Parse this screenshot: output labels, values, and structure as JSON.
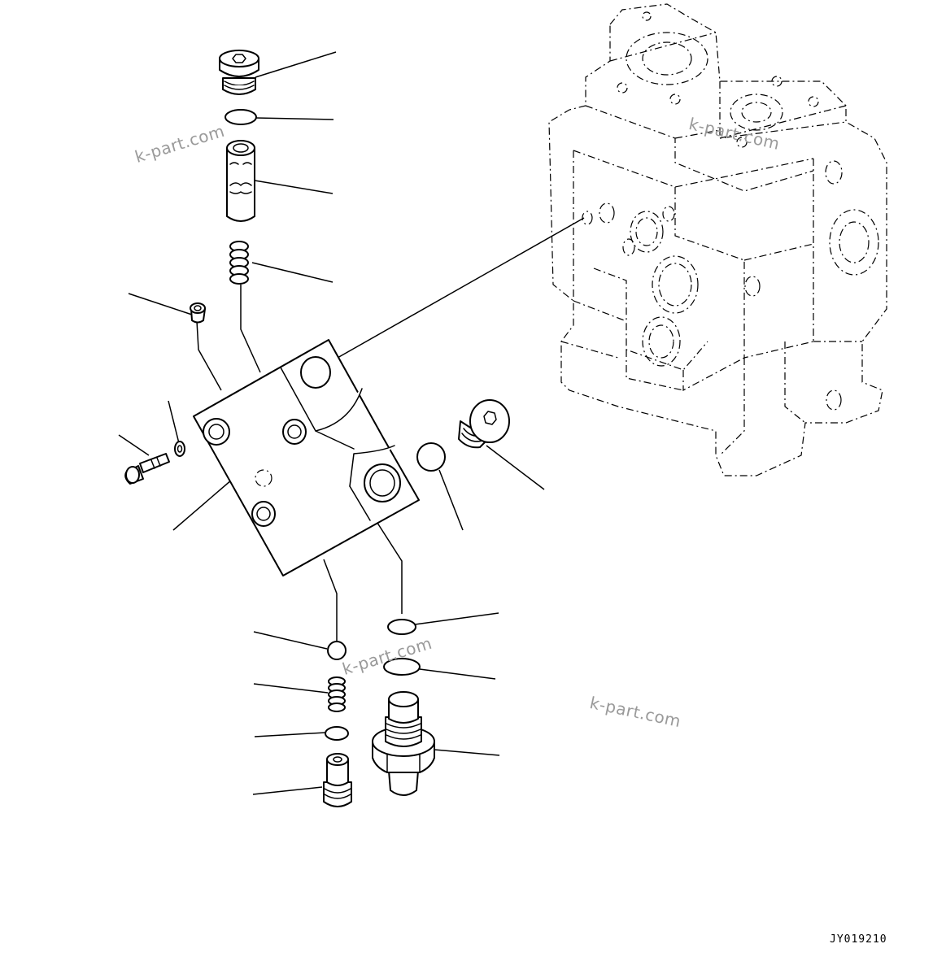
{
  "drawing": {
    "code": "JY019210"
  },
  "watermarks": [
    "k-part.com",
    "k-part.com",
    "k-part.com",
    "k-part.com"
  ],
  "colors": {
    "line": "#000000",
    "background": "#ffffff",
    "watermark": "#9a9a9a"
  },
  "parts": [
    "plug-top",
    "o-ring-top",
    "spool",
    "spring-top",
    "small-plug",
    "valve-body",
    "washer",
    "bolt",
    "plug-right",
    "ball-right",
    "ball-lower-left",
    "spring-lower",
    "o-ring-lower-left",
    "valve-poppet",
    "o-ring-lower-right-1",
    "o-ring-lower-right-2",
    "relief-valve",
    "main-valve-housing"
  ]
}
